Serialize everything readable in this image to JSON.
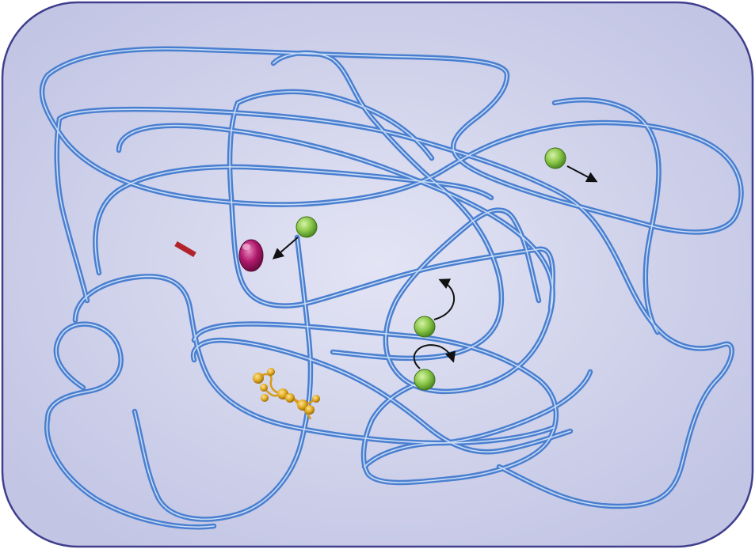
{
  "diagram": {
    "background_inner": "#e3e4f4",
    "background_outer": "#c2c5e4",
    "border_color": "#3f3f8c",
    "dna_color": "#4a7fd0",
    "dna_highlight": "#c8dcf5",
    "protein_color": "#7fc242",
    "target_color": "#b0186c",
    "marker_color": "#b3232c",
    "tangled_protein_color": "#e0a820",
    "arrow_color": "#111111"
  },
  "elements": {
    "dna_strands": 1,
    "search_proteins": 4,
    "target_sites": 1,
    "sequence_markers": 1,
    "tangled_proteins": 1,
    "arrows": 4
  }
}
